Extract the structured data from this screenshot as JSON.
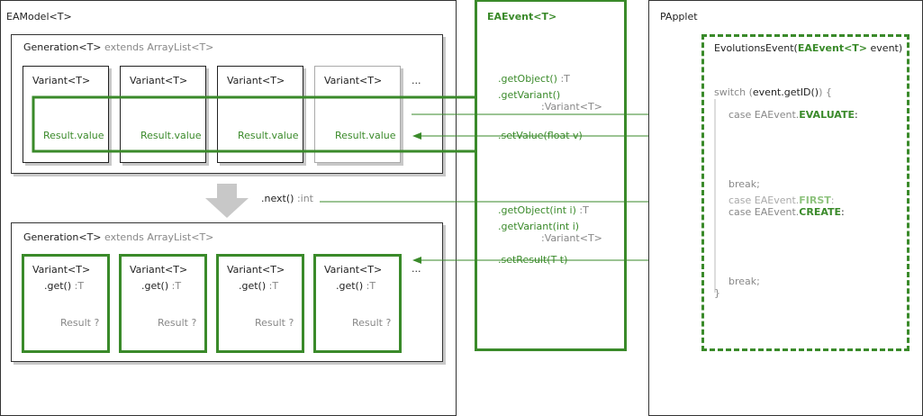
{
  "eamodel": {
    "title": "EAModel<T>"
  },
  "gen1": {
    "title": "Generation<T>",
    "extends": "extends ArrayList<T>",
    "variants": [
      {
        "label": "Variant<T>",
        "result": "Result.value"
      },
      {
        "label": "Variant<T>",
        "result": "Result.value"
      },
      {
        "label": "Variant<T>",
        "result": "Result.value"
      },
      {
        "label": "Variant<T>",
        "result": "Result.value"
      }
    ],
    "ellipsis": "..."
  },
  "next": {
    "method": ".next()",
    "type": ":int"
  },
  "gen2": {
    "title": "Generation<T>",
    "extends": "extends ArrayList<T>",
    "variants": [
      {
        "label": "Variant<T>",
        "get": ".get()",
        "get_type": ":T",
        "result": "Result ?"
      },
      {
        "label": "Variant<T>",
        "get": ".get()",
        "get_type": ":T",
        "result": "Result ?"
      },
      {
        "label": "Variant<T>",
        "get": ".get()",
        "get_type": ":T",
        "result": "Result ?"
      },
      {
        "label": "Variant<T>",
        "get": ".get()",
        "get_type": ":T",
        "result": "Result ?"
      }
    ],
    "ellipsis": "..."
  },
  "eaevent": {
    "title": "EAEvent<T>",
    "getObject": ".getObject()",
    "getObject_type": ":T",
    "getVariant": ".getVariant()",
    "getVariant_type": ":Variant<T>",
    "setValue": ".setValue(float v)",
    "getObject_i": ".getObject(int i)",
    "getObject_i_type": ":T",
    "getVariant_i": ".getVariant(int i)",
    "getVariant_i_type": ":Variant<T>",
    "setResult": ".setResult(T t)"
  },
  "papplet": {
    "title": "PApplet",
    "handler_name": "EvolutionsEvent(",
    "handler_param": "EAEvent<T>",
    "handler_end": " event)",
    "switch_kw": "switch (",
    "switch_expr": "event.getID()",
    "switch_end": ") {",
    "case1_kw": "case EAEvent.",
    "case1_const": "EVALUATE",
    "case1_colon": ":",
    "break1": "break;",
    "case2_kw": "case EAEvent.",
    "case2_const": "FIRST",
    "case2_colon": ":",
    "case3_kw": "case EAEvent.",
    "case3_const": "CREATE",
    "case3_colon": ":",
    "break2": "break;",
    "close": "}"
  },
  "colors": {
    "green": "#3a8a2a",
    "border": "#333333",
    "shadow": "#c8c8c8"
  }
}
